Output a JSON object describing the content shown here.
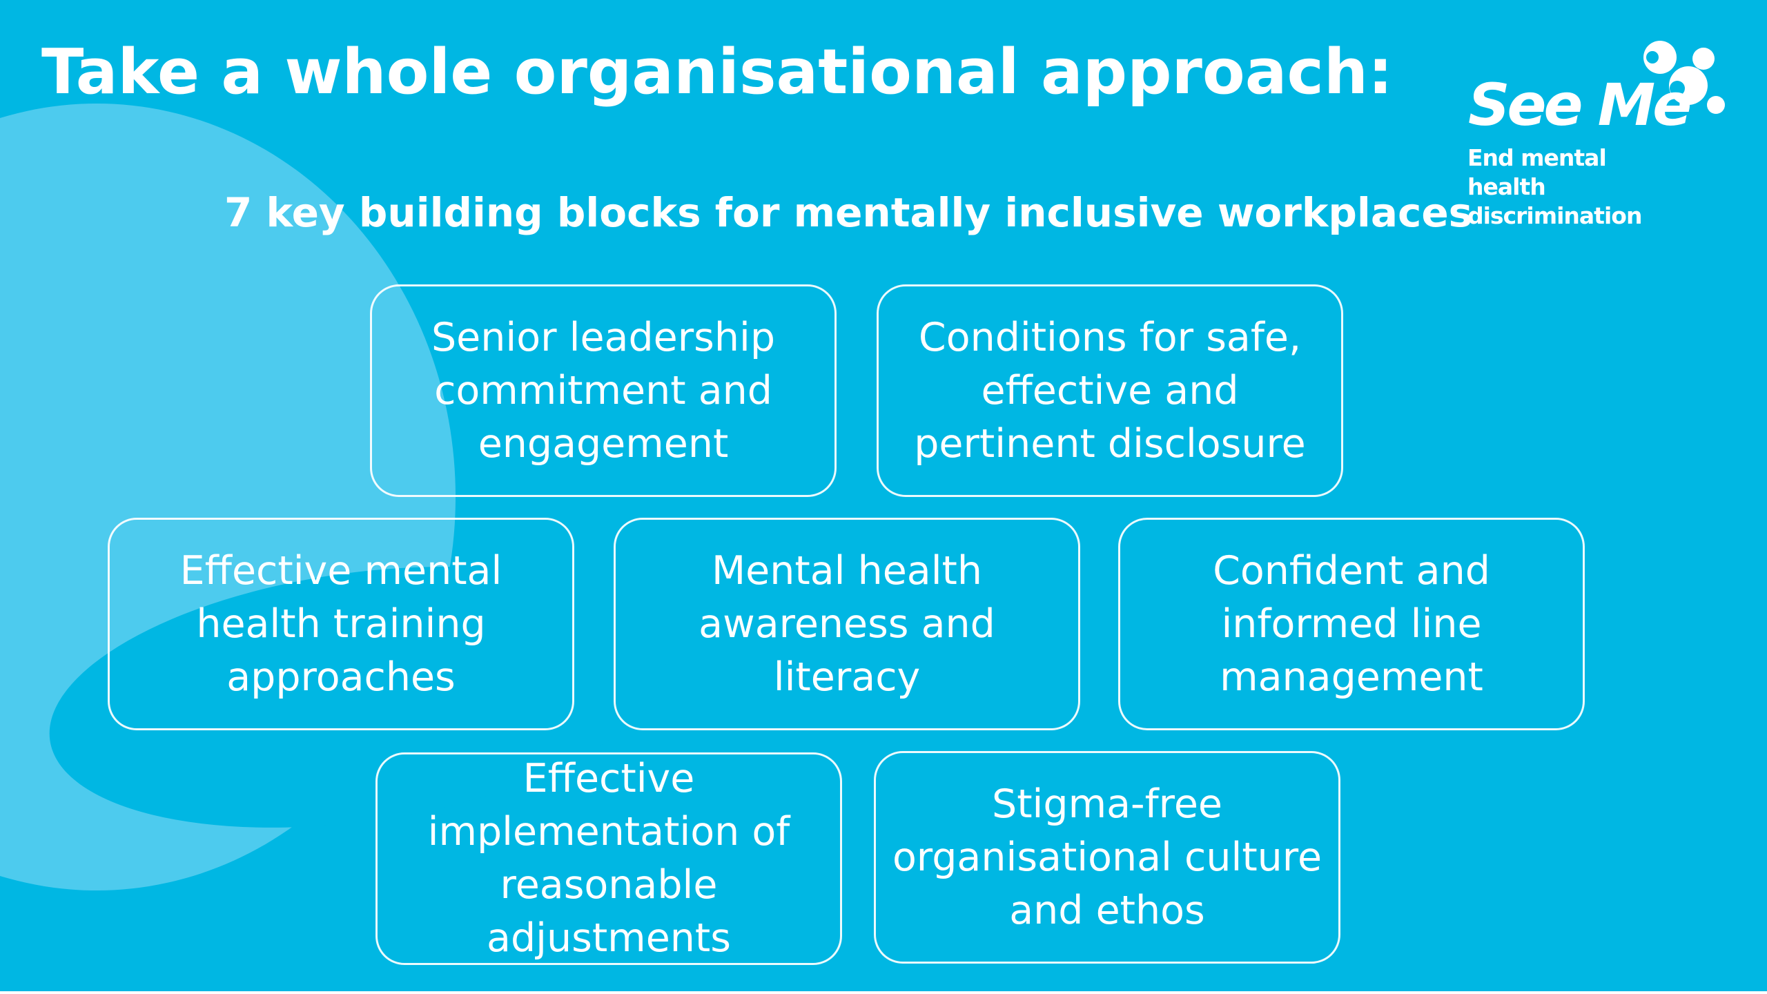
{
  "slide": {
    "title": "Take a whole organisational approach:",
    "subtitle": "7 key building blocks for mentally inclusive workplaces",
    "background_color": "#00b7e3",
    "accent_light": "#4dcbee"
  },
  "logo": {
    "name": "See Me",
    "tagline": "End mental health discrimination",
    "icon": "speech-bubbles-icon"
  },
  "blocks": [
    {
      "label": "Senior leadership commitment and engagement"
    },
    {
      "label": "Conditions for safe, effective and pertinent disclosure"
    },
    {
      "label": "Effective mental health training approaches"
    },
    {
      "label": "Mental health awareness and literacy"
    },
    {
      "label": "Confident and informed line management"
    },
    {
      "label": "Effective implementation of reasonable adjustments"
    },
    {
      "label": "Stigma-free organisational culture and ethos"
    }
  ]
}
